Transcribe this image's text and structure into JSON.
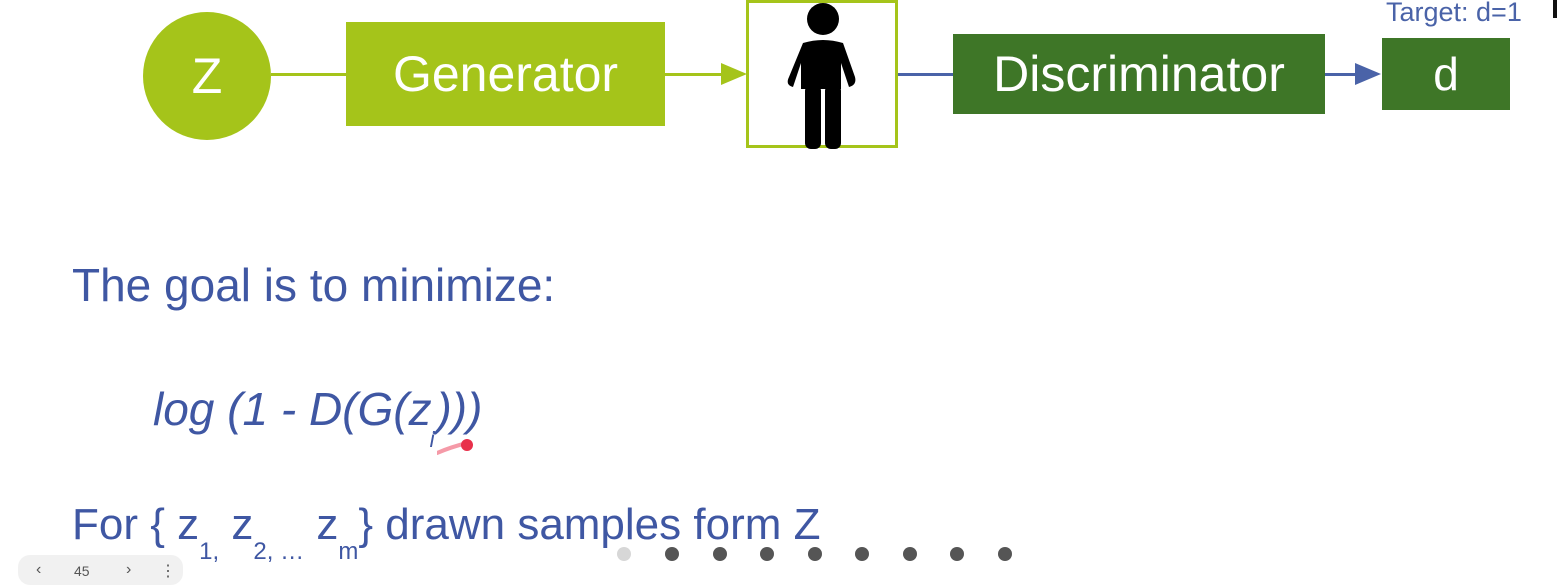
{
  "diagram": {
    "z_label": "Z",
    "generator_label": "Generator",
    "discriminator_label": "Discriminator",
    "output_label": "d",
    "target_label": "Target: d=1",
    "person_icon": "person-icon",
    "colors": {
      "light_green": "#a5c41a",
      "dark_green": "#3e7627",
      "blue": "#4a63a8",
      "text_blue": "#3f57a3"
    }
  },
  "text": {
    "goal": "The goal is to minimize:",
    "formula_main": "log (1 - D(G(z",
    "formula_sub": "i",
    "formula_end": ")))",
    "samples_prefix": "For { z",
    "samples_sub1": "1,",
    "samples_z2": " z",
    "samples_sub2": "2, …",
    "samples_zm": " z",
    "samples_subm": "m",
    "samples_suffix": "} drawn samples form Z"
  },
  "controls": {
    "prev_icon": "chevron-left-icon",
    "prev": "‹",
    "page": "45",
    "next_icon": "chevron-right-icon",
    "next": "›",
    "more_icon": "more-vertical-icon",
    "more": "⋮"
  },
  "pagination_dots": 9
}
